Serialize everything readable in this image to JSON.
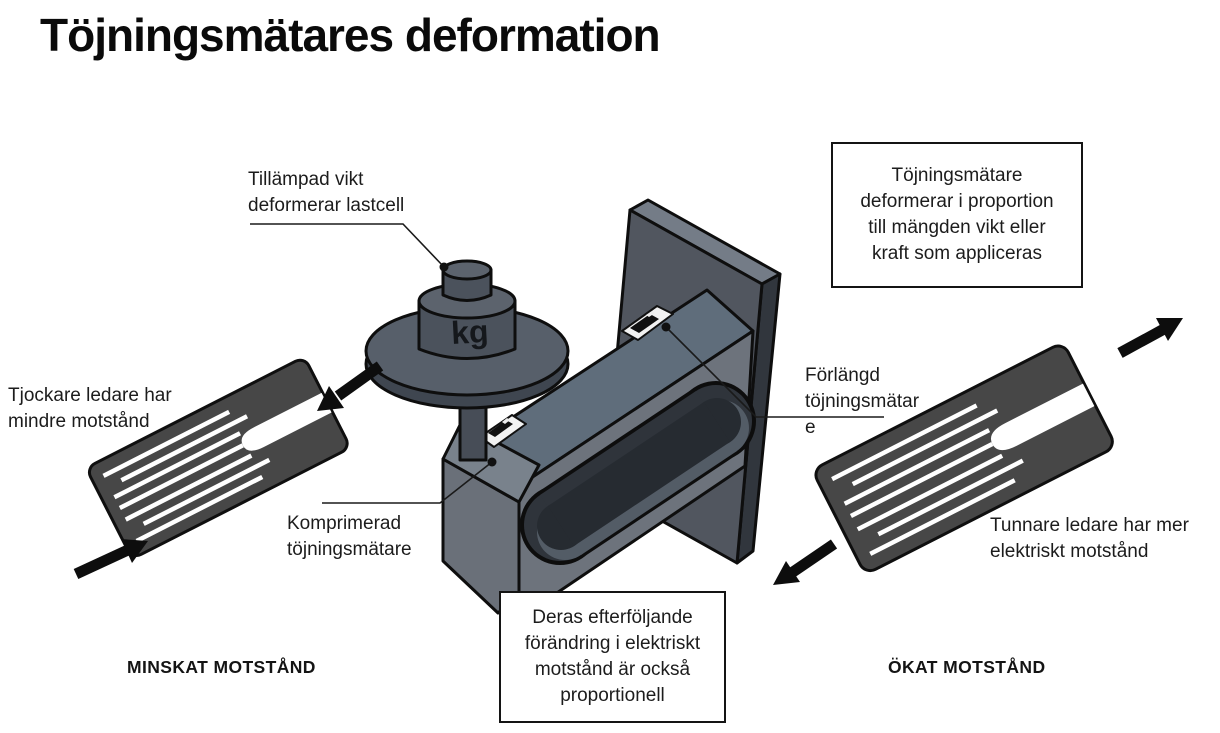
{
  "title": "Töjningsmätares deformation",
  "callouts": {
    "applied_weight": "Tillämpad vikt\ndeformerar lastcell",
    "proportional_deformation": "Töjningsmätare\ndeformerar i proportion\ntill mängden vikt eller\nkraft som appliceras",
    "thicker_conductor": "Tjockare ledare har\nmindre motstånd",
    "elongated_gauge": "Förlängd\ntöjningsmätar\ne",
    "compressed_gauge": "Komprimerad\ntöjningsmätare",
    "thinner_conductor": "Tunnare ledare har mer\nelektriskt motstånd",
    "resistance_change": "Deras efterföljande\nförändring i elektriskt\nmotstånd är också\nproportionell"
  },
  "footers": {
    "left": "MINSKAT MOTSTÅND",
    "right": "ÖKAT MOTSTÅND"
  },
  "weight_label": "kg",
  "icons": {
    "compression_arrows": "solid black arrows pointing inward at compressed strain gauge",
    "tension_arrows": "solid black arrows pointing outward at stretched strain gauge",
    "leader_dot": "small black callout anchor dot"
  },
  "colors": {
    "ink": "#141414",
    "gauge_body": "#474747",
    "plate_front": "#51565f",
    "plate_side": "#31363d",
    "plate_bevel": "#747c87",
    "beam_top": "#5f6d7b",
    "beam_front": "#6d737c",
    "weight_metal": "#4b525c",
    "arrow": "#0d0d0d"
  }
}
